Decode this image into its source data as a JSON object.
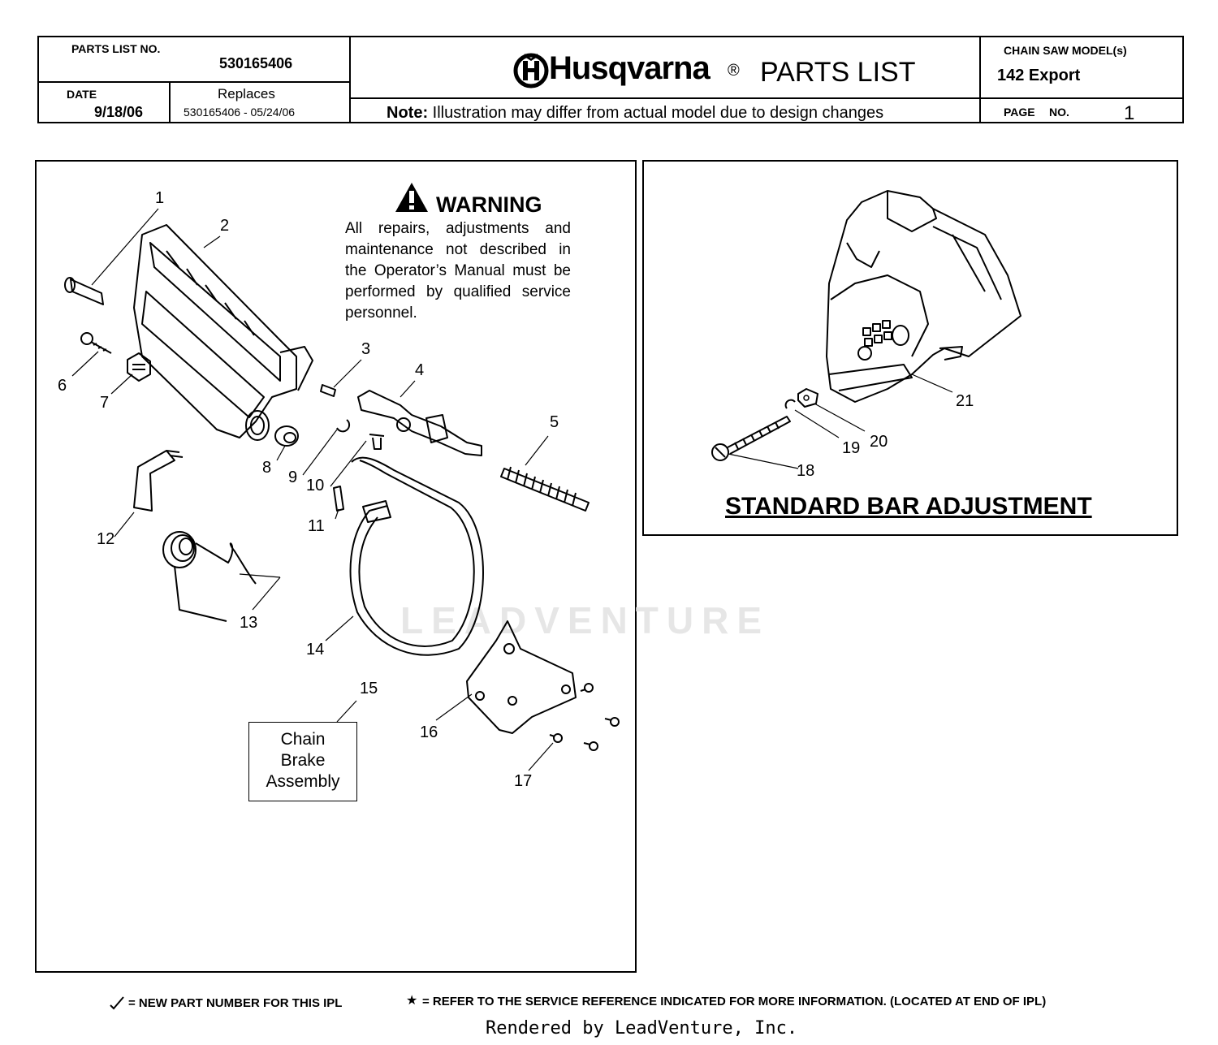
{
  "header": {
    "parts_list_no_label": "PARTS LIST NO.",
    "parts_list_no": "530165406",
    "date_label": "DATE",
    "date": "9/18/06",
    "replaces_label": "Replaces",
    "replaces": "530165406 - 05/24/06",
    "brand": "Husqvarna",
    "registered": "®",
    "title": "PARTS LIST",
    "note_label": "Note:",
    "note": "Illustration may differ from actual model due to design changes",
    "model_label": "CHAIN SAW MODEL(s)",
    "model": "142 Export",
    "page_label": "PAGE",
    "page_no_label": "NO.",
    "page_no": "1"
  },
  "warning": {
    "title": "WARNING",
    "text": "All repairs, adjustments and maintenance not described in the Operator’s Manual must be performed by qualified service personnel."
  },
  "callouts": {
    "c1": "1",
    "c2": "2",
    "c3": "3",
    "c4": "4",
    "c5": "5",
    "c6": "6",
    "c7": "7",
    "c8": "8",
    "c9": "9",
    "c10": "10",
    "c11": "11",
    "c12": "12",
    "c13": "13",
    "c14": "14",
    "c15": "15",
    "c16": "16",
    "c17": "17",
    "c18": "18",
    "c19": "19",
    "c20": "20",
    "c21": "21"
  },
  "chain_brake_box": {
    "line1": "Chain",
    "line2": "Brake",
    "line3": "Assembly"
  },
  "bar_adjustment_title": "STANDARD BAR ADJUSTMENT",
  "watermark": "LEADVENTURE",
  "footer": {
    "new_part": "= NEW PART NUMBER FOR THIS  IPL",
    "service_ref": "= REFER TO THE SERVICE REFERENCE  INDICATED FOR MORE INFORMATION. (LOCATED AT END OF IPL)",
    "rendered_by": "Rendered by LeadVenture, Inc."
  },
  "icons": [
    "husqvarna-logo-icon",
    "warning-triangle-icon",
    "check-mark-icon",
    "star-icon"
  ]
}
